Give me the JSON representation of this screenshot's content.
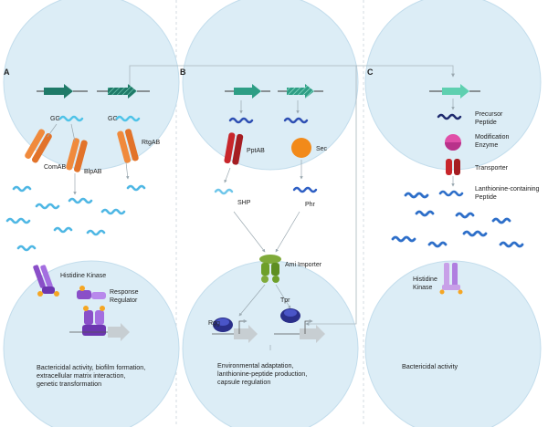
{
  "panels": {
    "a": {
      "letter": "A",
      "gg_left": "GG",
      "gg_right": "GG",
      "transporters": [
        "ComAB",
        "BlpAB",
        "RtgAB"
      ],
      "kinase": "Histidine Kinase",
      "regulator": [
        "Response",
        "Regulator"
      ],
      "outcome": [
        "Bactericidal activity, biofilm formation,",
        "extracellular matrix interaction,",
        "genetic transformation"
      ]
    },
    "b": {
      "letter": "B",
      "transporters": [
        "PptAB",
        "Sec"
      ],
      "peptides": [
        "SHP",
        "Phr"
      ],
      "importer": "Ami Importer",
      "regulators": [
        "Rgg",
        "Tpr"
      ],
      "outcome": [
        "Environmental adaptation,",
        "lanthionine-peptide production,",
        "capsule regulation"
      ]
    },
    "c": {
      "letter": "C",
      "legend": {
        "precursor": [
          "Precursor",
          "Peptide"
        ],
        "enzyme": [
          "Modification",
          "Enzyme"
        ],
        "transporter": "Transporter",
        "lanthionine": [
          "Lanthionine-containing",
          "Peptide"
        ]
      },
      "kinase": [
        "Histidine",
        "Kinase"
      ],
      "outcome": "Bactericidal activity"
    }
  },
  "colors": {
    "cell": "#dcedf6",
    "cell_edge": "#b9d8ea",
    "gene_dark": "#1f7a68",
    "gene_mid": "#2e9e85",
    "gene_light": "#5fd0b0",
    "orange": "#f08a3c",
    "red": "#c8262b",
    "peptide_blue": "#2e6fc9",
    "peptide_cyan": "#4fc3e8",
    "purple": "#8a4fc8",
    "green": "#6e9f2a",
    "navy": "#2a2f8a",
    "pink": "#e04fa8",
    "lavender": "#c8a0e8"
  }
}
